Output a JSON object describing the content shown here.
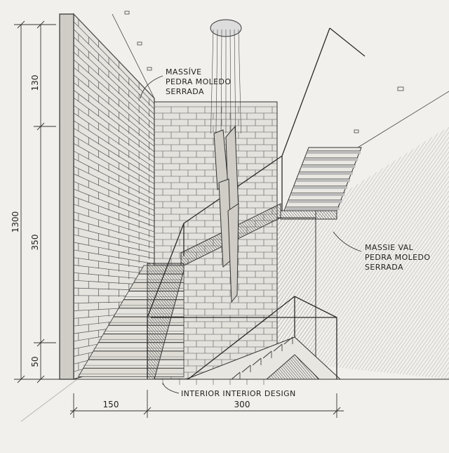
{
  "annotations": {
    "upper_left": [
      "MASSÍVE",
      "PEDRA MOLEDO",
      "SERRADA"
    ],
    "right": [
      "MASSIE VAL",
      "PEDRA MOLEDO",
      "SERRADA"
    ],
    "bottom": "INTERIOR INTERIOR DESIGN"
  },
  "dimensions": {
    "total_height": "1300",
    "segments_vertical": [
      "130",
      "350",
      "50"
    ],
    "segments_horizontal": [
      "150",
      "300"
    ]
  },
  "colors": {
    "paper": "#f1f0ec",
    "ink": "#2a2a2a",
    "shade": "#8a8a86"
  }
}
